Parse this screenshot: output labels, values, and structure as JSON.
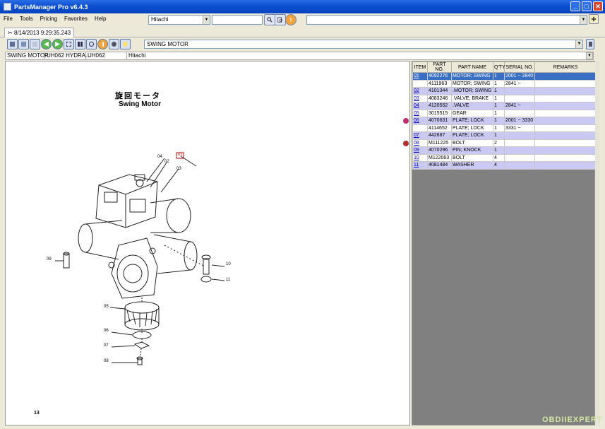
{
  "window": {
    "title": "PartsManager Pro v6.4.3"
  },
  "menu": [
    "File",
    "Tools",
    "Pricing",
    "Favorites",
    "Help"
  ],
  "manufacturer_select": {
    "value": "Hitachi"
  },
  "search_input": {
    "value": ""
  },
  "right_select": {
    "value": ""
  },
  "session_tab": {
    "label": "8/14/2013 9:29:35.243"
  },
  "section_select": {
    "value": "SWING MOTOR"
  },
  "breadcrumb": [
    "SWING MOTOR",
    "UH062 HYDRA...",
    "UH062",
    "Hitachi"
  ],
  "diagram": {
    "title_jp": "旋回モータ",
    "title_en": "Swing Motor",
    "page_number": "13",
    "callouts": [
      "04",
      "01",
      "02",
      "03",
      "09",
      "10",
      "11",
      "05",
      "06",
      "07",
      "08"
    ]
  },
  "table": {
    "headers": [
      "ITEM",
      "PART NO.",
      "PART NAME",
      "Q'TY",
      "SERIAL NO.",
      "REMARKS"
    ],
    "rows": [
      {
        "item": "01",
        "part": "4092276",
        "name": "MOTOR; SWING",
        "qty": "1",
        "serial": "2001 ~ 2840",
        "remarks": "",
        "style": "sel",
        "mark": ""
      },
      {
        "item": "",
        "part": "4111963",
        "name": "MOTOR; SWING",
        "qty": "1",
        "serial": "2841 ~",
        "remarks": "",
        "style": "r",
        "mark": ""
      },
      {
        "item": "02",
        "part": "4101344",
        "name": ".MOTOR; SWING",
        "qty": "1",
        "serial": "",
        "remarks": "",
        "style": "a",
        "mark": ""
      },
      {
        "item": "03",
        "part": "4083246",
        "name": ".VALVE; BRAKE",
        "qty": "1",
        "serial": "",
        "remarks": "",
        "style": "r",
        "mark": ""
      },
      {
        "item": "04",
        "part": "4120552",
        "name": ".VALVE",
        "qty": "1",
        "serial": "2841 ~",
        "remarks": "",
        "style": "a",
        "mark": ""
      },
      {
        "item": "05",
        "part": "3015515",
        "name": "GEAR",
        "qty": "1",
        "serial": "",
        "remarks": "",
        "style": "r",
        "mark": ""
      },
      {
        "item": "06",
        "part": "4070631",
        "name": "PLATE; LOCK",
        "qty": "1",
        "serial": "2001 ~ 3330",
        "remarks": "",
        "style": "a",
        "mark": "gear"
      },
      {
        "item": "",
        "part": "4114652",
        "name": "PLATE; LOCK",
        "qty": "1",
        "serial": "3331 ~",
        "remarks": "",
        "style": "r",
        "mark": ""
      },
      {
        "item": "07",
        "part": "442687",
        "name": "PLATE; LOCK",
        "qty": "1",
        "serial": "",
        "remarks": "",
        "style": "a",
        "mark": ""
      },
      {
        "item": "08",
        "part": "M111225",
        "name": "BOLT",
        "qty": "2",
        "serial": "",
        "remarks": "",
        "style": "r",
        "mark": "tool"
      },
      {
        "item": "09",
        "part": "4070296",
        "name": "PIN; KNOCK",
        "qty": "1",
        "serial": "",
        "remarks": "",
        "style": "a",
        "mark": ""
      },
      {
        "item": "10",
        "part": "M122063",
        "name": "BOLT",
        "qty": "4",
        "serial": "",
        "remarks": "",
        "style": "r",
        "mark": ""
      },
      {
        "item": "11",
        "part": "4081484",
        "name": "WASHER",
        "qty": "4",
        "serial": "",
        "remarks": "",
        "style": "a",
        "mark": ""
      }
    ]
  },
  "watermark": "OBDIIEXPERT",
  "colors": {
    "title_bar": "#0a4fd0",
    "selected_row": "#3a6fc6",
    "alt_row": "#c9c9f3",
    "panel_gray": "#808080"
  }
}
